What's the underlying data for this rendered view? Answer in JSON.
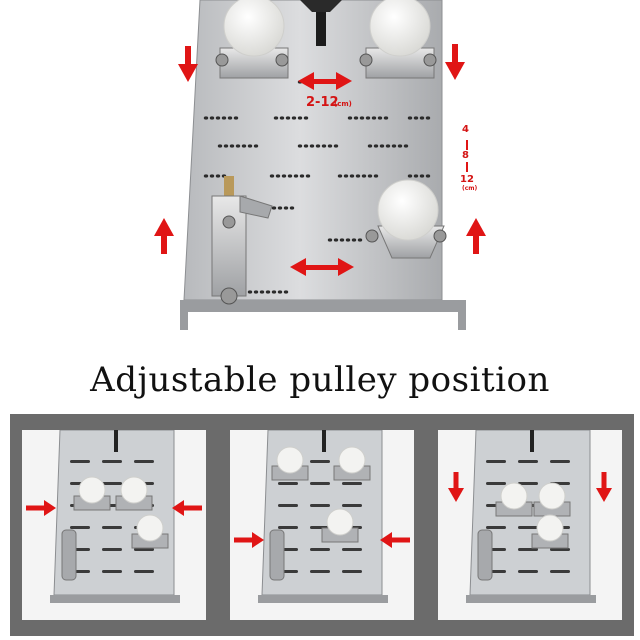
{
  "caption": "Adjustable pulley position",
  "labels": {
    "horizontal_range": "2-12",
    "horizontal_unit": "(cm)",
    "vertical_range": [
      "4",
      "8",
      "12"
    ],
    "vertical_unit": "(cm)"
  },
  "colors": {
    "arrow": "#e01515",
    "plate": "#cfd1d3",
    "frame": "#6b6b6b",
    "wheel": "#f3f3f1"
  },
  "panels": [
    {
      "arrows": "horizontal"
    },
    {
      "arrows": "horizontal"
    },
    {
      "arrows": "vertical"
    }
  ]
}
